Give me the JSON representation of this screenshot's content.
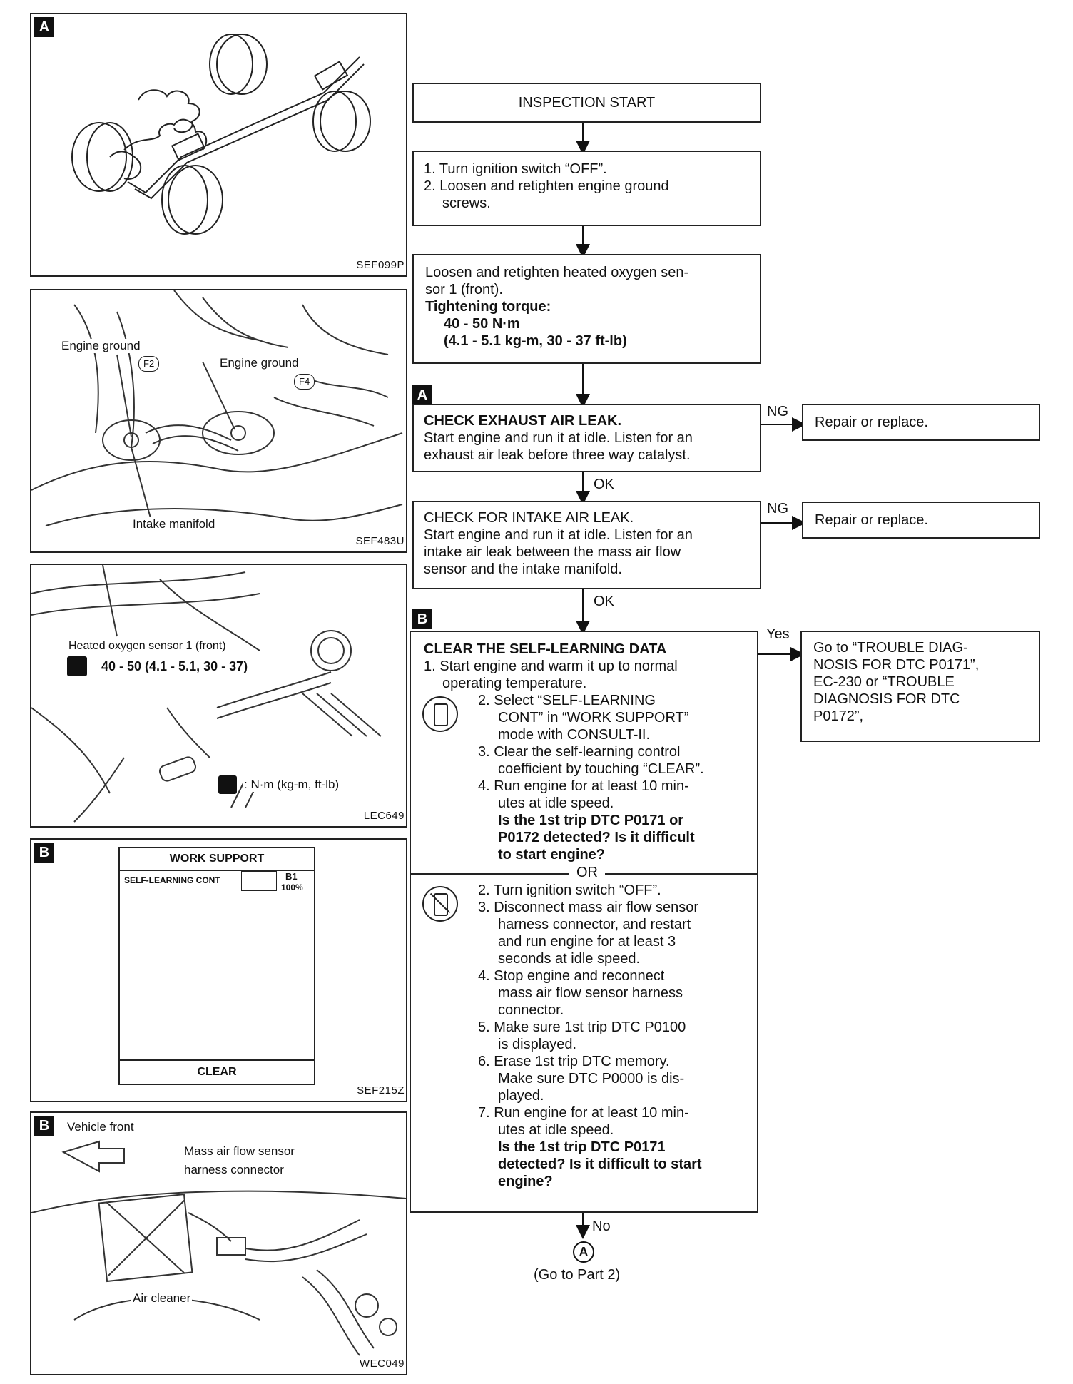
{
  "panels": {
    "p1": {
      "ref": "A",
      "code": "SEF099P"
    },
    "p2": {
      "ref": "",
      "code": "SEF483U",
      "labels": [
        "Engine ground",
        "Engine ground",
        "Intake manifold"
      ],
      "connectors": [
        "F2",
        "F4"
      ]
    },
    "p3": {
      "ref": "",
      "code": "LEC649",
      "sensor": "Heated oxygen sensor 1 (front)",
      "torque": "40 - 50 (4.1 - 5.1, 30 - 37)",
      "unit": ": N·m (kg-m, ft-lb)"
    },
    "p4": {
      "ref": "B",
      "code": "SEF215Z",
      "ws_title": "WORK SUPPORT",
      "ws_item": "SELF-LEARNING CONT",
      "ws_bank": "B1",
      "ws_pct": "100%",
      "ws_clear": "CLEAR"
    },
    "p5": {
      "ref": "B",
      "code": "WEC049",
      "labels": [
        "Vehicle front",
        "Mass air flow sensor",
        "harness connector",
        "Air cleaner"
      ]
    }
  },
  "flow": {
    "start": "INSPECTION START",
    "box2": {
      "s1": "1. Turn ignition switch “OFF”.",
      "s2": "2. Loosen and retighten engine ground",
      "s2b": "screws."
    },
    "box3": {
      "t1": "Loosen and retighten heated oxygen sen-",
      "t2": "sor 1 (front).",
      "t3": "Tightening torque:",
      "t4": "40 - 50 N·m",
      "t5": "(4.1 - 5.1 kg-m, 30 - 37 ft-lb)"
    },
    "refA": "A",
    "box4": {
      "title": "CHECK EXHAUST AIR LEAK.",
      "l1": "Start engine and run it at idle. Listen for an",
      "l2": "exhaust air leak before three way catalyst."
    },
    "ng1": "NG",
    "repair1": "Repair or replace.",
    "ok1": "OK",
    "box5": {
      "title": "CHECK FOR INTAKE AIR LEAK.",
      "l1": "Start engine and run it at idle. Listen for an",
      "l2": "intake air leak between the mass air flow",
      "l3": "sensor and the intake manifold."
    },
    "ng2": "NG",
    "repair2": "Repair or replace.",
    "ok2": "OK",
    "refB": "B",
    "box6": {
      "title": "CLEAR THE SELF-LEARNING DATA",
      "s1a": "1. Start engine and warm it up to normal",
      "s1b": "operating temperature.",
      "c2a": "2. Select “SELF-LEARNING",
      "c2b": "CONT” in “WORK SUPPORT”",
      "c2c": "mode with CONSULT-II.",
      "c3a": "3. Clear the self-learning control",
      "c3b": "coefficient by touching “CLEAR”.",
      "c4a": "4. Run engine for at least 10 min-",
      "c4b": "utes at idle speed.",
      "c4q1": "Is the 1st trip DTC P0171 or",
      "c4q2": "P0172 detected? Is it difficult",
      "c4q3": "to start engine?",
      "or": "OR",
      "n2": "2. Turn ignition switch “OFF”.",
      "n3a": "3. Disconnect mass air flow sensor",
      "n3b": "harness connector, and restart",
      "n3c": "and run engine for at least 3",
      "n3d": "seconds at idle speed.",
      "n4a": "4. Stop engine and reconnect",
      "n4b": "mass air flow sensor harness",
      "n4c": "connector.",
      "n5a": "5. Make sure 1st trip DTC P0100",
      "n5b": "is displayed.",
      "n6a": "6. Erase 1st trip DTC memory.",
      "n6b": "Make sure DTC P0000 is dis-",
      "n6c": "played.",
      "n7a": "7. Run engine for at least 10 min-",
      "n7b": "utes at idle speed.",
      "n7q1": "Is the 1st trip DTC P0171",
      "n7q2": "detected? Is it difficult to start",
      "n7q3": "engine?"
    },
    "yes": "Yes",
    "goto": {
      "l1": "Go to “TROUBLE DIAG-",
      "l2": "NOSIS FOR DTC P0171”,",
      "l3": "EC-230 or “TROUBLE",
      "l4": "DIAGNOSIS FOR DTC",
      "l5": "P0172”,"
    },
    "no": "No",
    "circleA": "A",
    "part2": "(Go to Part 2)"
  }
}
